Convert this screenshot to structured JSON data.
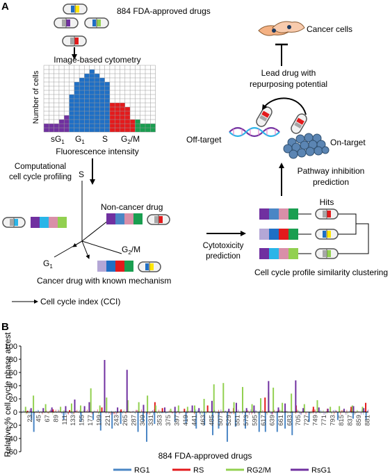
{
  "panel_a": {
    "label": "A",
    "drug_library": "884 FDA-approved drugs",
    "cytometry_title": "Image-based cytometry",
    "y_axis": "Number of cells",
    "phase_sg1": "sG",
    "phase_g1": "G",
    "phase_s": "S",
    "phase_g2m": "G",
    "phase_g2m_rest": "/M",
    "subscript_1": "1",
    "subscript_2": "2",
    "x_axis": "Fluorescence intensity",
    "profiling_line1": "Computational",
    "profiling_line2": "cell cycle profiling",
    "axis_s": "S",
    "axis_g1": "G",
    "axis_g2m": "G",
    "axis_g2m_rest": "/M",
    "non_cancer_drug": "Non-cancer drug",
    "cancer_drug": "Cancer drug with known mechanism",
    "cci": "Cell cycle index (CCI)",
    "cytotoxicity_line1": "Cytotoxicity",
    "cytotoxicity_line2": "prediction",
    "hits": "Hits",
    "clustering": "Cell cycle profile similarity clustering",
    "pathway_line1": "Pathway inhibition",
    "pathway_line2": "prediction",
    "off_target": "Off-target",
    "on_target": "On-target",
    "lead_line1": "Lead drug with",
    "lead_line2": "repurposing potential",
    "cancer_cells": "Cancer cells"
  },
  "panel_b": {
    "label": "B",
    "y_axis": "Relative % cell cycle phase arrest",
    "x_axis": "884 FDA-approved drugs"
  },
  "colors": {
    "sg1": "#7030a0",
    "g1": "#1f6fc5",
    "s": "#e31a1c",
    "g2m": "#1a9e50",
    "pink": "#d98fa8",
    "cyan": "#2ab5e8",
    "lavender": "#b4a7d6",
    "lightgreen": "#92d050",
    "cancer_cell": "#f4b183"
  },
  "chart_data": {
    "type": "bar",
    "ylim": [
      -60,
      100
    ],
    "yticks": [
      -60,
      -40,
      -20,
      0,
      20,
      40,
      60,
      80,
      100
    ],
    "xtick_labels": [
      "23",
      "45",
      "67",
      "89",
      "111",
      "133",
      "155",
      "177",
      "199",
      "221",
      "243",
      "265",
      "287",
      "309",
      "331",
      "353",
      "375",
      "397",
      "419",
      "441",
      "463",
      "485",
      "507",
      "529",
      "551",
      "573",
      "595",
      "617",
      "639",
      "661",
      "683",
      "705",
      "727",
      "749",
      "771",
      "793",
      "815",
      "837",
      "859",
      "881"
    ],
    "series": [
      {
        "name": "RG1",
        "color": "#4a86c5",
        "points": [
          [
            27,
            -12
          ],
          [
            33,
            -30
          ],
          [
            109,
            -12
          ],
          [
            153,
            -15
          ],
          [
            184,
            -12
          ],
          [
            203,
            -28
          ],
          [
            232,
            -25
          ],
          [
            254,
            -18
          ],
          [
            298,
            -30
          ],
          [
            311,
            -15
          ],
          [
            320,
            -45
          ],
          [
            340,
            -18
          ],
          [
            392,
            -15
          ],
          [
            420,
            -18
          ],
          [
            446,
            -25
          ],
          [
            467,
            -20
          ],
          [
            488,
            -35
          ],
          [
            503,
            -25
          ],
          [
            525,
            -45
          ],
          [
            546,
            -22
          ],
          [
            571,
            -25
          ],
          [
            606,
            -30
          ],
          [
            622,
            -30
          ],
          [
            652,
            -30
          ],
          [
            672,
            -25
          ],
          [
            690,
            -35
          ],
          [
            733,
            -15
          ],
          [
            806,
            -12
          ],
          [
            845,
            -10
          ],
          [
            878,
            -12
          ]
        ]
      },
      {
        "name": "RS",
        "color": "#e31a1c",
        "points": [
          [
            17,
            2
          ],
          [
            82,
            4
          ],
          [
            124,
            3
          ],
          [
            206,
            7
          ],
          [
            255,
            4
          ],
          [
            341,
            15
          ],
          [
            360,
            6
          ],
          [
            416,
            5
          ],
          [
            475,
            10
          ],
          [
            541,
            6
          ],
          [
            621,
            22
          ],
          [
            700,
            10
          ],
          [
            744,
            8
          ],
          [
            780,
            5
          ],
          [
            840,
            8
          ],
          [
            877,
            14
          ]
        ]
      },
      {
        "name": "RG2/M",
        "color": "#92d050",
        "points": [
          [
            12,
            8
          ],
          [
            32,
            25
          ],
          [
            63,
            12
          ],
          [
            101,
            8
          ],
          [
            129,
            13
          ],
          [
            152,
            10
          ],
          [
            178,
            36
          ],
          [
            201,
            10
          ],
          [
            218,
            22
          ],
          [
            272,
            18
          ],
          [
            300,
            15
          ],
          [
            322,
            25
          ],
          [
            343,
            10
          ],
          [
            381,
            5
          ],
          [
            401,
            10
          ],
          [
            424,
            8
          ],
          [
            442,
            10
          ],
          [
            466,
            20
          ],
          [
            491,
            42
          ],
          [
            515,
            44
          ],
          [
            542,
            15
          ],
          [
            564,
            38
          ],
          [
            588,
            12
          ],
          [
            610,
            21
          ],
          [
            630,
            30
          ],
          [
            642,
            37
          ],
          [
            665,
            14
          ],
          [
            688,
            28
          ],
          [
            721,
            12
          ],
          [
            754,
            18
          ],
          [
            787,
            8
          ],
          [
            810,
            9
          ],
          [
            843,
            10
          ],
          [
            869,
            8
          ]
        ]
      },
      {
        "name": "RsG1",
        "color": "#7030a0",
        "points": [
          [
            26,
            6
          ],
          [
            57,
            6
          ],
          [
            79,
            7
          ],
          [
            114,
            9
          ],
          [
            137,
            19
          ],
          [
            162,
            9
          ],
          [
            174,
            15
          ],
          [
            213,
            79
          ],
          [
            246,
            7
          ],
          [
            270,
            64
          ],
          [
            312,
            11
          ],
          [
            366,
            7
          ],
          [
            392,
            8
          ],
          [
            436,
            10
          ],
          [
            453,
            6
          ],
          [
            486,
            17
          ],
          [
            529,
            5
          ],
          [
            548,
            14
          ],
          [
            574,
            6
          ],
          [
            593,
            10
          ],
          [
            630,
            47
          ],
          [
            655,
            7
          ],
          [
            672,
            13
          ],
          [
            699,
            48
          ],
          [
            718,
            6
          ],
          [
            758,
            7
          ],
          [
            781,
            5
          ],
          [
            822,
            5
          ],
          [
            846,
            9
          ],
          [
            872,
            6
          ]
        ]
      }
    ]
  }
}
